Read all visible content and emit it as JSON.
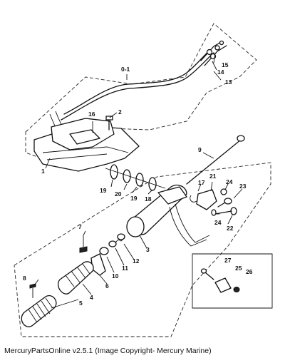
{
  "footer": {
    "text": "MercuryPartsOnline v2.5.1 (Image Copyright- Mercury Marine)"
  },
  "diagram": {
    "labels": {
      "l_0_1": "0-1",
      "l_1": "1",
      "l_2": "2",
      "l_3": "3",
      "l_4": "4",
      "l_5": "5",
      "l_6": "6",
      "l_7": "7",
      "l_8": "8",
      "l_9": "9",
      "l_10": "10",
      "l_11": "11",
      "l_12": "12",
      "l_13": "13",
      "l_14": "14",
      "l_15": "15",
      "l_16": "16",
      "l_17": "17",
      "l_18": "18",
      "l_19a": "19",
      "l_19b": "19",
      "l_20": "20",
      "l_21": "21",
      "l_22": "22",
      "l_23": "23",
      "l_24a": "24",
      "l_24b": "24",
      "l_25": "25",
      "l_26": "26",
      "l_27": "27"
    }
  }
}
